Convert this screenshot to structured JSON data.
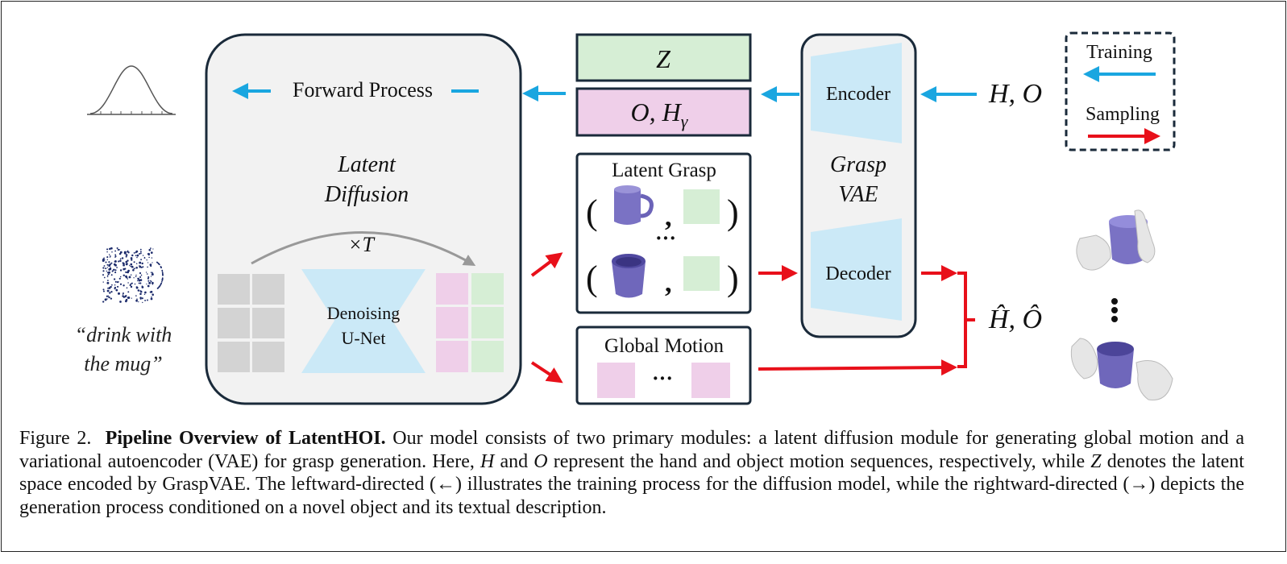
{
  "legend": {
    "training_label": "Training",
    "sampling_label": "Sampling",
    "training_color": "#1aa6e0",
    "sampling_color": "#e8101a"
  },
  "latent_diffusion": {
    "forward_process": "Forward Process",
    "title_line1": "Latent",
    "title_line2": "Diffusion",
    "times_T": "×T",
    "unet_line1": "Denoising",
    "unet_line2": "U-Net"
  },
  "latent_boxes": {
    "z_label": "Z",
    "o_label": "O, H",
    "o_subscript": "γ"
  },
  "latent_grasp": {
    "title": "Latent Grasp",
    "open_paren": "(",
    "close_paren": ")",
    "comma": ",",
    "ellipsis": "···"
  },
  "global_motion": {
    "title": "Global Motion",
    "ellipsis": "···"
  },
  "grasp_vae": {
    "encoder": "Encoder",
    "decoder": "Decoder",
    "title_line1": "Grasp",
    "title_line2": "VAE"
  },
  "inputs": {
    "ho_label": "H, O",
    "output_label": "Ĥ, Ô",
    "text_prompt_line1": "“drink with",
    "text_prompt_line2": "the mug”"
  },
  "colors": {
    "green_tile": "#d6eed5",
    "pink_tile": "#efcfe9",
    "unet_blue": "#cbe9f7",
    "gray_tile": "#d3d3d3",
    "panel_bg": "#f2f2f2",
    "dark_border": "#1a2a3a",
    "mug_purple": "#7a72c4"
  },
  "caption": {
    "figure_no": "Figure 2.",
    "bold_title": "Pipeline Overview of LatentHOI.",
    "text_1": " Our model consists of two primary modules: a latent diffusion module for generating global motion and a variational autoencoder (VAE) for grasp generation. Here, ",
    "var_H": "H",
    "text_2": " and ",
    "var_O": "O",
    "text_3": " represent the hand and object motion sequences, respectively, while ",
    "var_Z": "Z",
    "text_4": " denotes the latent space encoded by GraspVAE. The leftward-directed (←) illustrates the training process for the diffusion model, while the rightward-directed (→) depicts the generation process conditioned on a novel object and its textual description."
  }
}
